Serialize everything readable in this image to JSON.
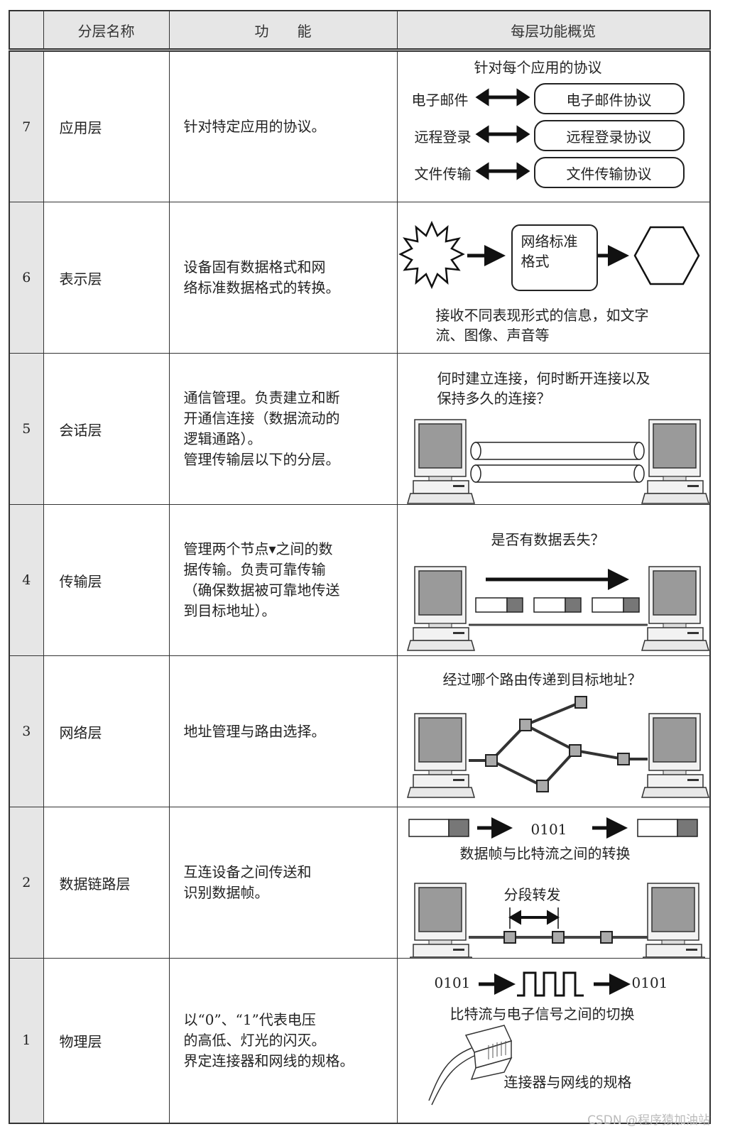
{
  "header": {
    "col_num": "",
    "col_name": "分层名称",
    "col_func": "功　　能",
    "col_overview": "每层功能概览"
  },
  "layers": [
    {
      "num": "7",
      "name": "应用层",
      "func": [
        "针对特定应用的协议。"
      ],
      "overview": {
        "title": "针对每个应用的协议",
        "rows": [
          {
            "app": "电子邮件",
            "proto": "电子邮件协议"
          },
          {
            "app": "远程登录",
            "proto": "远程登录协议"
          },
          {
            "app": "文件传输",
            "proto": "文件传输协议"
          }
        ]
      }
    },
    {
      "num": "6",
      "name": "表示层",
      "func": [
        "设备固有数据格式和网",
        "络标准数据格式的转换。"
      ],
      "overview": {
        "box_line1": "网络标准",
        "box_line2": "格式",
        "caption_line1": "接收不同表现形式的信息，如文字",
        "caption_line2": "流、图像、声音等"
      }
    },
    {
      "num": "5",
      "name": "会话层",
      "func": [
        "通信管理。负责建立和断",
        "开通信连接（数据流动的",
        "逻辑通路）。",
        "管理传输层以下的分层。"
      ],
      "overview": {
        "caption_line1": "何时建立连接，何时断开连接以及",
        "caption_line2": "保持多久的连接？"
      }
    },
    {
      "num": "4",
      "name": "传输层",
      "func": [
        "管理两个节点▾之间的数",
        "据传输。负责可靠传输",
        "（确保数据被可靠地传送",
        "到目标地址）。"
      ],
      "overview": {
        "caption": "是否有数据丢失？"
      }
    },
    {
      "num": "3",
      "name": "网络层",
      "func": [
        "地址管理与路由选择。"
      ],
      "overview": {
        "caption": "经过哪个路由传递到目标地址？"
      }
    },
    {
      "num": "2",
      "name": "数据链路层",
      "func": [
        "互连设备之间传送和",
        "识别数据帧。"
      ],
      "overview": {
        "bits": "0101",
        "caption": "数据帧与比特流之间的转换",
        "segment_label": "分段转发"
      }
    },
    {
      "num": "1",
      "name": "物理层",
      "func": [
        "以“0”、“1”代表电压",
        "的高低、灯光的闪灭。",
        "界定连接器和网线的规格。"
      ],
      "overview": {
        "bits_in": "0101",
        "bits_out": "0101",
        "caption": "比特流与电子信号之间的切换",
        "connector_caption": "连接器与网线的规格"
      }
    }
  ],
  "watermark": "CSDN @程序猿加油站"
}
